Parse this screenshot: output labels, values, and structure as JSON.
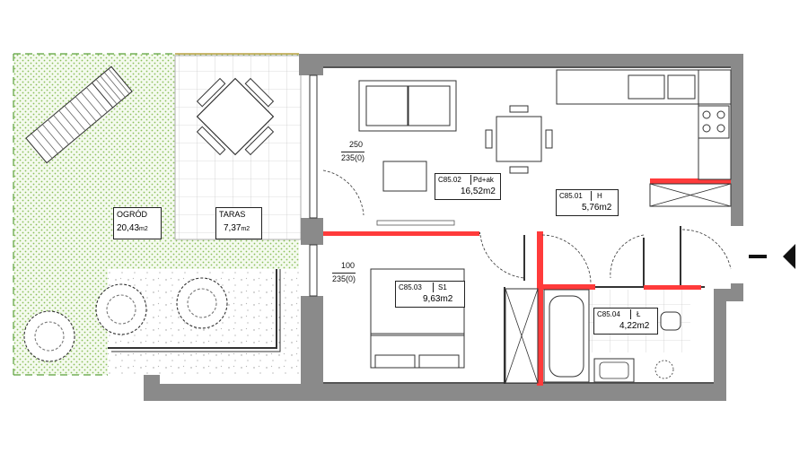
{
  "garden": {
    "name": "OGRÓD",
    "area": "20,43",
    "unit": "m2"
  },
  "terrace": {
    "name": "TARAS",
    "area": "7,37",
    "unit": "m2"
  },
  "rooms": [
    {
      "code": "C85.02",
      "type": "Pd+ak",
      "area": "16,52m2"
    },
    {
      "code": "C85.01",
      "type": "H",
      "area": "5,76m2"
    },
    {
      "code": "C85.03",
      "type": "S1",
      "area": "9,63m2"
    },
    {
      "code": "C85.04",
      "type": "Ł",
      "area": "4,22m2"
    }
  ],
  "dimensions": {
    "window_top_width": "250",
    "window_top_height": "235(0)",
    "window_bottom_width": "100",
    "window_bottom_height": "235(0)"
  },
  "colors": {
    "wall": "#8a8a8a",
    "wall_dark": "#555555",
    "red_wall": "#ff3b3b",
    "garden_dot": "#8bbf5a",
    "hatch": "#c8c8c8"
  },
  "icons": {
    "entrance": "entrance-arrow-icon"
  }
}
